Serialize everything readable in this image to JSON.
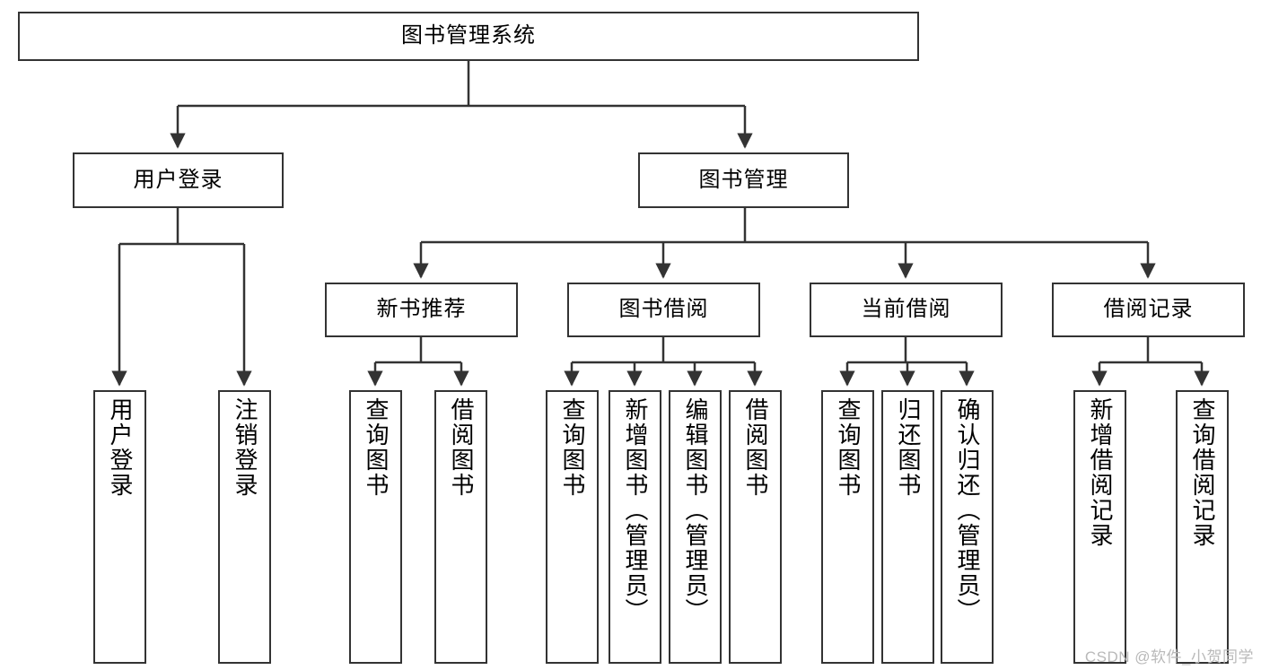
{
  "diagram": {
    "title": "图书管理系统",
    "type": "tree-hierarchy-chart",
    "colors": {
      "node_border": "#333333",
      "node_fill": "#ffffff",
      "edge": "#333333",
      "background": "#ffffff",
      "watermark": "#b9b9b9"
    },
    "root": {
      "label": "图书管理系统"
    },
    "level2": [
      {
        "label": "用户登录"
      },
      {
        "label": "图书管理"
      }
    ],
    "level3": [
      {
        "label": "新书推荐"
      },
      {
        "label": "图书借阅"
      },
      {
        "label": "当前借阅"
      },
      {
        "label": "借阅记录"
      }
    ],
    "leaves": [
      {
        "label": "用户登录",
        "parent": "用户登录"
      },
      {
        "label": "注销登录",
        "parent": "用户登录"
      },
      {
        "label": "查询图书",
        "parent": "新书推荐"
      },
      {
        "label": "借阅图书",
        "parent": "新书推荐"
      },
      {
        "label": "查询图书",
        "parent": "图书借阅"
      },
      {
        "label": "新增图书（管理员）",
        "parent": "图书借阅"
      },
      {
        "label": "编辑图书（管理员）",
        "parent": "图书借阅"
      },
      {
        "label": "借阅图书",
        "parent": "图书借阅"
      },
      {
        "label": "查询图书",
        "parent": "当前借阅"
      },
      {
        "label": "归还图书",
        "parent": "当前借阅"
      },
      {
        "label": "确认归还（管理员）",
        "parent": "当前借阅"
      },
      {
        "label": "新增借阅记录",
        "parent": "借阅记录"
      },
      {
        "label": "查询借阅记录",
        "parent": "借阅记录"
      }
    ]
  },
  "watermark": {
    "text": "CSDN @软件_小贺同学"
  }
}
